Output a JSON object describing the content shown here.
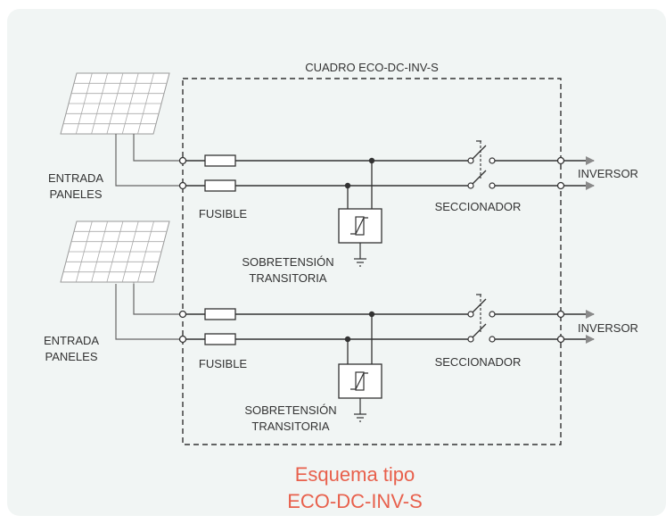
{
  "box_title": "CUADRO ECO-DC-INV-S",
  "circuits": [
    {
      "input_label": [
        "ENTRADA",
        "PANELES"
      ],
      "fuse_label": "FUSIBLE",
      "surge_label": [
        "SOBRETENSIÓN",
        "TRANSITORIA"
      ],
      "switch_label": "SECCIONADOR",
      "output_label": "INVERSOR"
    },
    {
      "input_label": [
        "ENTRADA",
        "PANELES"
      ],
      "fuse_label": "FUSIBLE",
      "surge_label": [
        "SOBRETENSIÓN",
        "TRANSITORIA"
      ],
      "switch_label": "SECCIONADOR",
      "output_label": "INVERSOR"
    }
  ],
  "caption": [
    "Esquema tipo",
    "ECO-DC-INV-S"
  ],
  "colors": {
    "line": "#555555",
    "arrow": "#888888",
    "caption": "#e8604c",
    "panel_bg": "#f1f5f4",
    "solar_grid": "#999999"
  }
}
